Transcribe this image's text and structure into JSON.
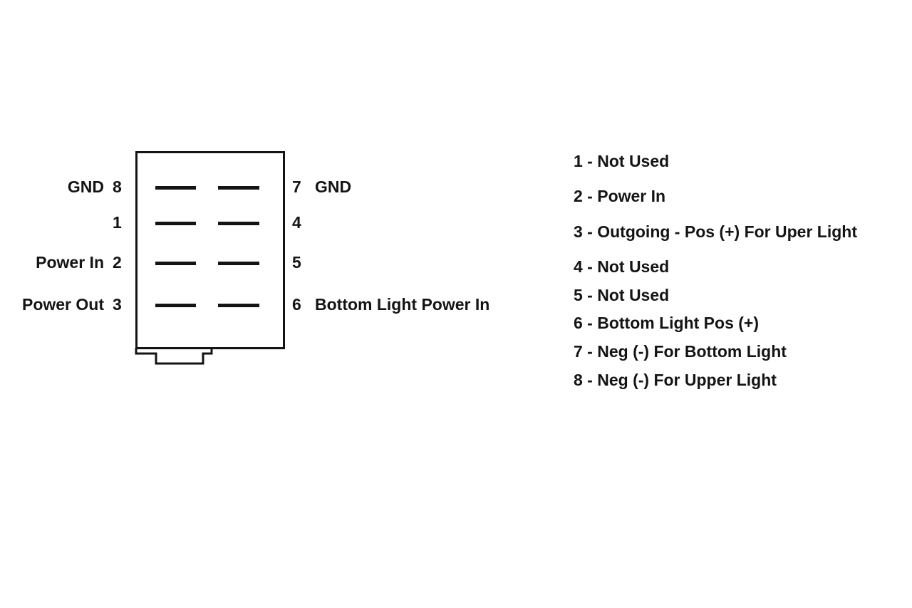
{
  "diagram": {
    "left_pins": [
      {
        "label": "GND",
        "num": "8"
      },
      {
        "label": "",
        "num": "1"
      },
      {
        "label": "Power In",
        "num": "2"
      },
      {
        "label": "Power Out",
        "num": "3"
      }
    ],
    "right_pins": [
      {
        "num": "7",
        "label": "GND"
      },
      {
        "num": "4",
        "label": ""
      },
      {
        "num": "5",
        "label": ""
      },
      {
        "num": "6",
        "label": "Bottom Light Power In"
      }
    ],
    "legend": [
      "1 - Not Used",
      "2 - Power In",
      "3 - Outgoing - Pos (+) For Uper Light",
      "4 - Not Used",
      "5 - Not Used",
      "6 - Bottom Light Pos (+)",
      "7 - Neg (-) For Bottom Light",
      "8 - Neg (-) For Upper Light"
    ],
    "colors": {
      "ink": "#141414",
      "background": "#ffffff"
    }
  }
}
